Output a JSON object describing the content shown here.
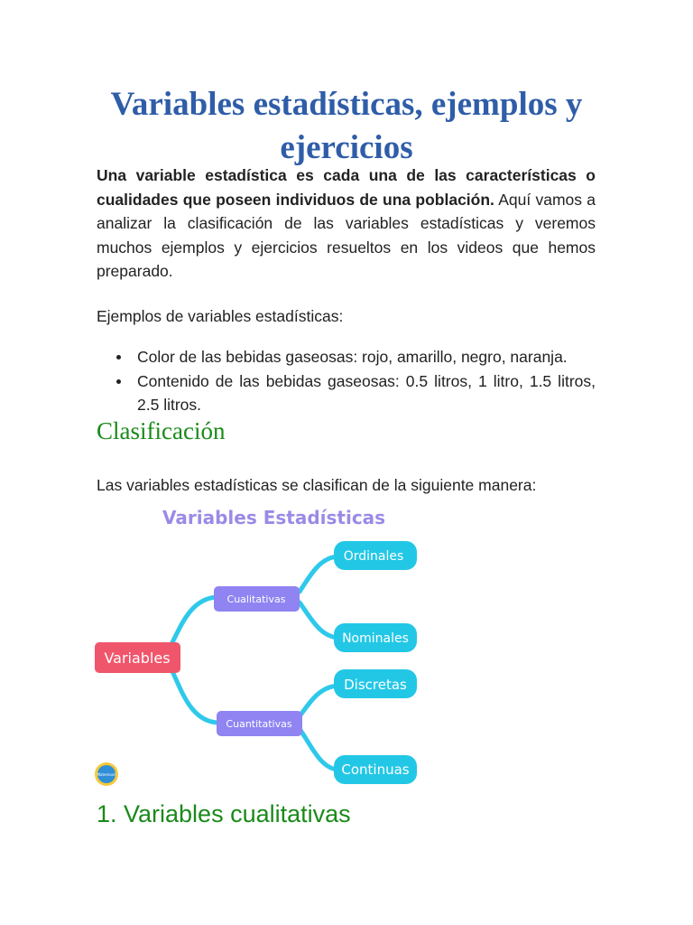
{
  "document": {
    "title": "Variables estadísticas, ejemplos y ejercicios",
    "intro_bold": "Una variable estadística es cada una de las características o cualidades que poseen individuos de una población.",
    "intro_rest": " Aquí vamos a analizar la clasificación de las variables estadísticas y veremos muchos ejemplos y ejercicios resueltos en los videos que hemos preparado.",
    "examples_label": "Ejemplos de variables estadísticas:",
    "examples": [
      "Color de las bebidas gaseosas: rojo, amarillo, negro, naranja.",
      "Contenido de las bebidas gaseosas: 0.5 litros, 1 litro, 1.5 litros, 2.5 litros."
    ],
    "section_heading": "Clasificación",
    "classification_text": "Las variables estadísticas se clasifican de la siguiente manera:",
    "subsection_heading": "1. Variables cualitativas"
  },
  "diagram": {
    "title": "Variables Estadísticas",
    "root": "Variables",
    "branches": [
      {
        "label": "Cualitativas",
        "children": [
          "Ordinales",
          "Nominales"
        ]
      },
      {
        "label": "Cuantitativas",
        "children": [
          "Discretas",
          "Continuas"
        ]
      }
    ],
    "logo_text": "Matemovil",
    "colors": {
      "title": "#9b8ae6",
      "root": "#f0566b",
      "branch": "#8f84f2",
      "leaf": "#23c7e6",
      "connector": "#2ec9ea"
    }
  }
}
